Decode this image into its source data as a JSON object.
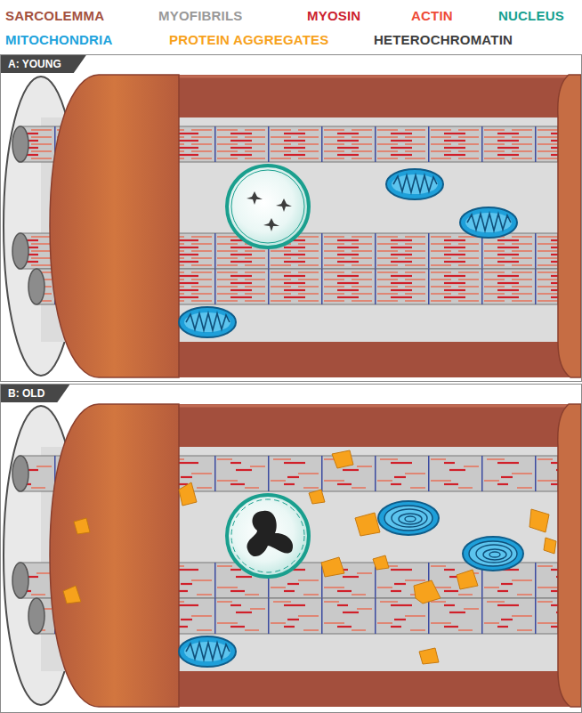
{
  "diagram": {
    "nodes": [
      {
        "text": [
          "A: YOUNG"
        ]
      },
      {
        "text": [
          "B: OLD"
        ]
      }
    ],
    "legend": [
      {
        "text": "SARCOLEMMA",
        "color": "#a4513e"
      },
      {
        "text": "MYOFIBRILS",
        "color": "#999999"
      },
      {
        "text": "MYOSIN",
        "color": "#cc1f2f"
      },
      {
        "text": "ACTIN",
        "color": "#ee4a36"
      },
      {
        "text": "NUCLEUS",
        "color": "#16a08f"
      },
      {
        "text": "MITOCHONDRIA",
        "color": "#21a3dc"
      },
      {
        "text": "PROTEIN AGGREGATES",
        "color": "#f7a21c"
      },
      {
        "text": "HETEROCHROMATIN",
        "color": "#3d3d3d"
      }
    ]
  }
}
